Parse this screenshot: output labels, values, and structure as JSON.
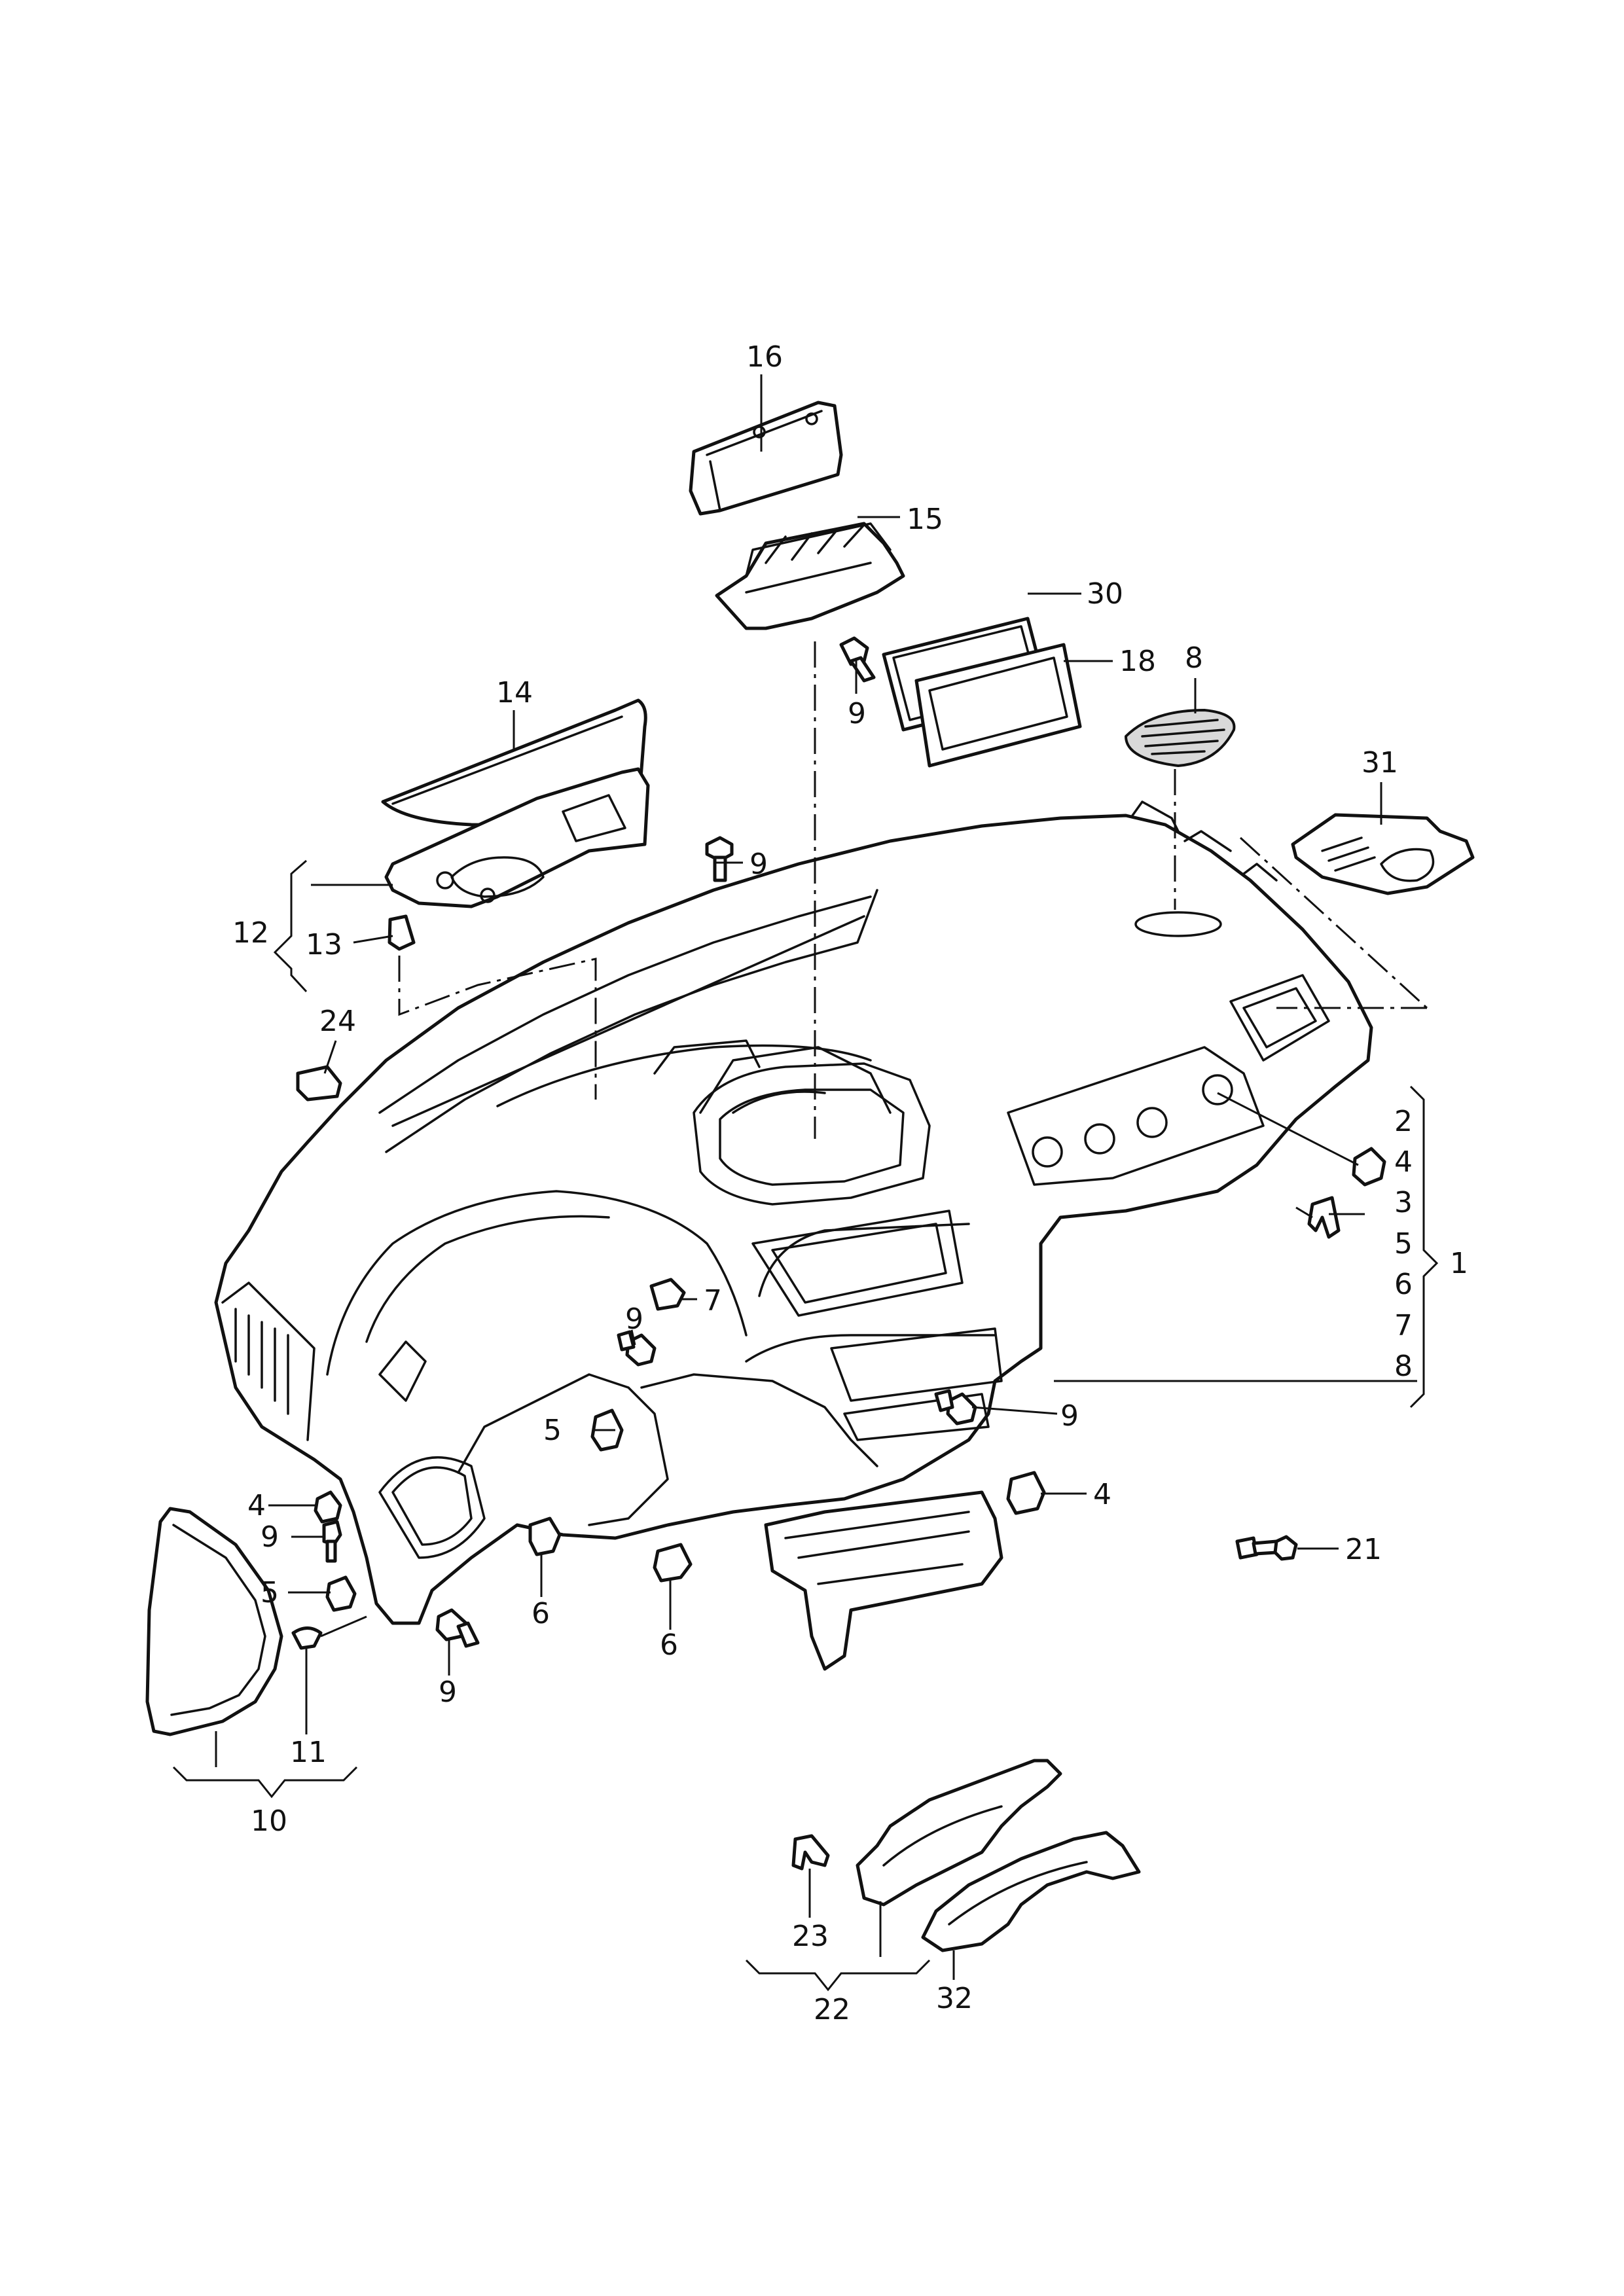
{
  "callouts": [
    {
      "id": "c16",
      "label": "16"
    },
    {
      "id": "c15",
      "label": "15"
    },
    {
      "id": "c30",
      "label": "30"
    },
    {
      "id": "c18",
      "label": "18"
    },
    {
      "id": "c8a",
      "label": "8"
    },
    {
      "id": "c9a",
      "label": "9"
    },
    {
      "id": "c14",
      "label": "14"
    },
    {
      "id": "c31",
      "label": "31"
    },
    {
      "id": "c9b",
      "label": "9"
    },
    {
      "id": "c12",
      "label": "12"
    },
    {
      "id": "c13",
      "label": "13"
    },
    {
      "id": "c24",
      "label": "24"
    },
    {
      "id": "c2",
      "label": "2"
    },
    {
      "id": "c4a",
      "label": "4"
    },
    {
      "id": "c3",
      "label": "3"
    },
    {
      "id": "c5a",
      "label": "5"
    },
    {
      "id": "c6a",
      "label": "6"
    },
    {
      "id": "c7a",
      "label": "7"
    },
    {
      "id": "c8b",
      "label": "8"
    },
    {
      "id": "c1",
      "label": "1"
    },
    {
      "id": "c9c",
      "label": "9"
    },
    {
      "id": "c7b",
      "label": "7"
    },
    {
      "id": "c5b",
      "label": "5"
    },
    {
      "id": "c9d",
      "label": "9"
    },
    {
      "id": "c4b",
      "label": "4"
    },
    {
      "id": "c4c",
      "label": "4"
    },
    {
      "id": "c9e",
      "label": "9"
    },
    {
      "id": "c5c",
      "label": "5"
    },
    {
      "id": "c6b",
      "label": "6"
    },
    {
      "id": "c6c",
      "label": "6"
    },
    {
      "id": "c9f",
      "label": "9"
    },
    {
      "id": "c11",
      "label": "11"
    },
    {
      "id": "c10",
      "label": "10"
    },
    {
      "id": "c21",
      "label": "21"
    },
    {
      "id": "c23",
      "label": "23"
    },
    {
      "id": "c22",
      "label": "22"
    },
    {
      "id": "c32",
      "label": "32"
    }
  ]
}
